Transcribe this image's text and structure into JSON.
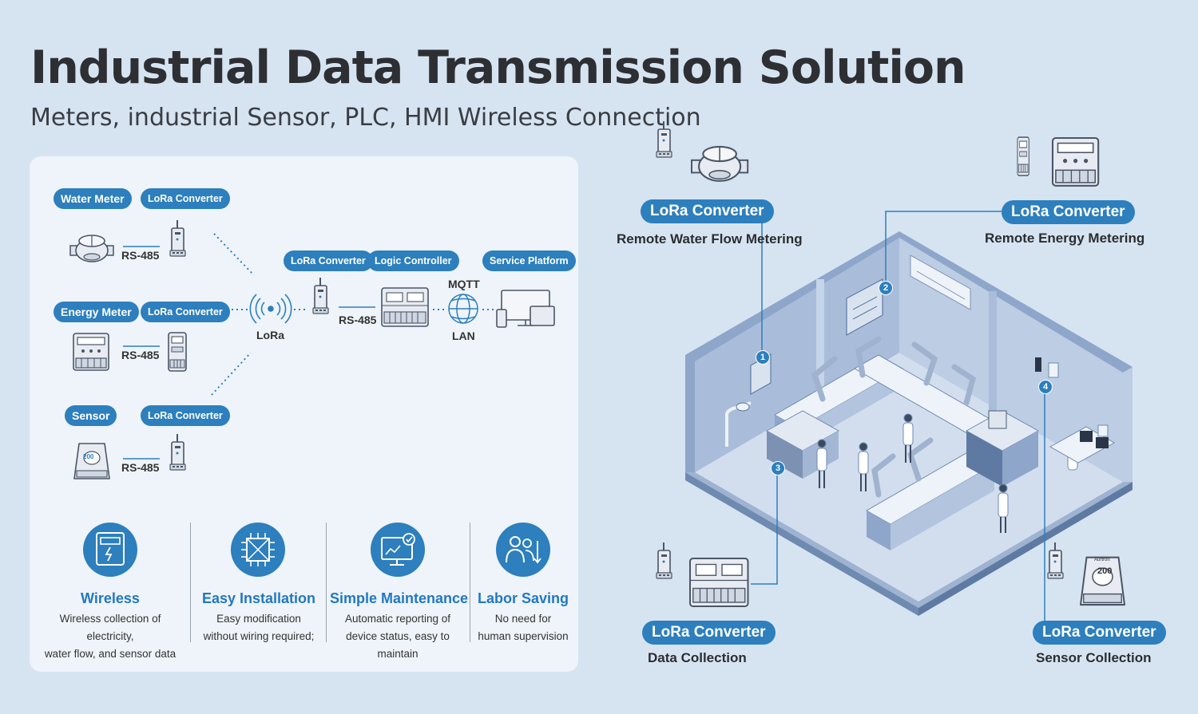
{
  "header": {
    "title": "Industrial Data Transmission Solution",
    "subtitle": "Meters, industrial Sensor, PLC, HMI Wireless Connection"
  },
  "topology": {
    "rows": [
      {
        "device": "Water Meter",
        "converter": "LoRa Converter",
        "link": "RS-485"
      },
      {
        "device": "Energy Meter",
        "converter": "LoRa Converter",
        "link": "RS-485"
      },
      {
        "device": "Sensor",
        "converter": "LoRa Converter",
        "link": "RS-485"
      }
    ],
    "lora": "LoRa",
    "gateway": {
      "converter": "LoRa Converter",
      "link": "RS-485"
    },
    "controller": "Logic Controller",
    "platform": "Service Platform",
    "mqtt": "MQTT",
    "lan": "LAN",
    "sensor_display": "200"
  },
  "features": [
    {
      "title": "Wireless",
      "line1": "Wireless collection of electricity,",
      "line2": "water flow, and sensor data"
    },
    {
      "title": "Easy Installation",
      "line1": "Easy modification",
      "line2": "without wiring required;"
    },
    {
      "title": "Simple Maintenance",
      "line1": "Automatic reporting of",
      "line2": "device status, easy to maintain"
    },
    {
      "title": "Labor Saving",
      "line1": "No need for",
      "line2": "human supervision"
    }
  ],
  "scene": {
    "callouts": [
      {
        "badge": "LoRa Converter",
        "caption": "Remote Water Flow Metering",
        "number": "1"
      },
      {
        "badge": "LoRa Converter",
        "caption": "Remote Energy Metering",
        "number": "2"
      },
      {
        "badge": "LoRa Converter",
        "caption": "Data Collection",
        "number": "3"
      },
      {
        "badge": "LoRa Converter",
        "caption": "Sensor Collection",
        "number": "4"
      }
    ],
    "sensor_display": "200",
    "brand_text": "Aurtron"
  },
  "colors": {
    "accent": "#2d7fbd",
    "feature_title": "#2378c0",
    "background": "#d6e4f2",
    "panel": "#eef4fa"
  }
}
